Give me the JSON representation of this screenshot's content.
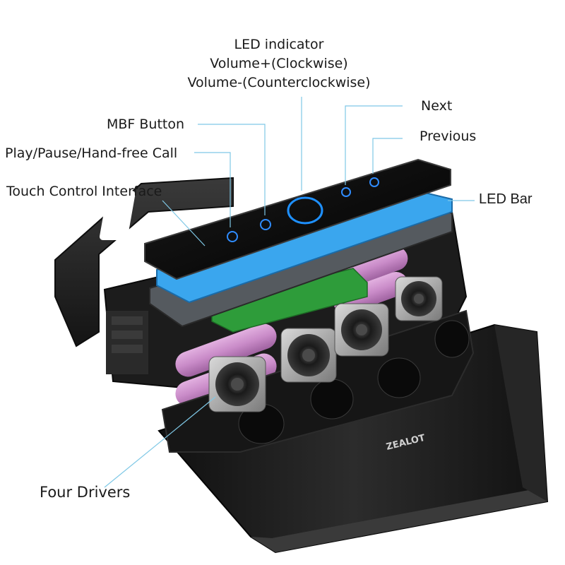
{
  "labels": {
    "led_indicator": "LED indicator",
    "volume_plus": "Volume+(Clockwise)",
    "volume_minus": "Volume-(Counterclockwise)",
    "mbf_button": "MBF Button",
    "play_pause": "Play/Pause/Hand-free Call",
    "touch_control": "Touch Control Interface",
    "next": "Next",
    "previous": "Previous",
    "led_bar": "LED Bar",
    "four_drivers": "Four Drivers"
  },
  "brand": {
    "logo_text": "ZEALOT"
  },
  "colors": {
    "callout_line": "#7fc8e6",
    "led_bar": "#3aa6ee",
    "led_ring": "#1e90ff",
    "battery": "#c98bc8",
    "pcb": "#2e9c3a",
    "housing": "#1f1f1f",
    "panel": "#0b0b0b"
  }
}
